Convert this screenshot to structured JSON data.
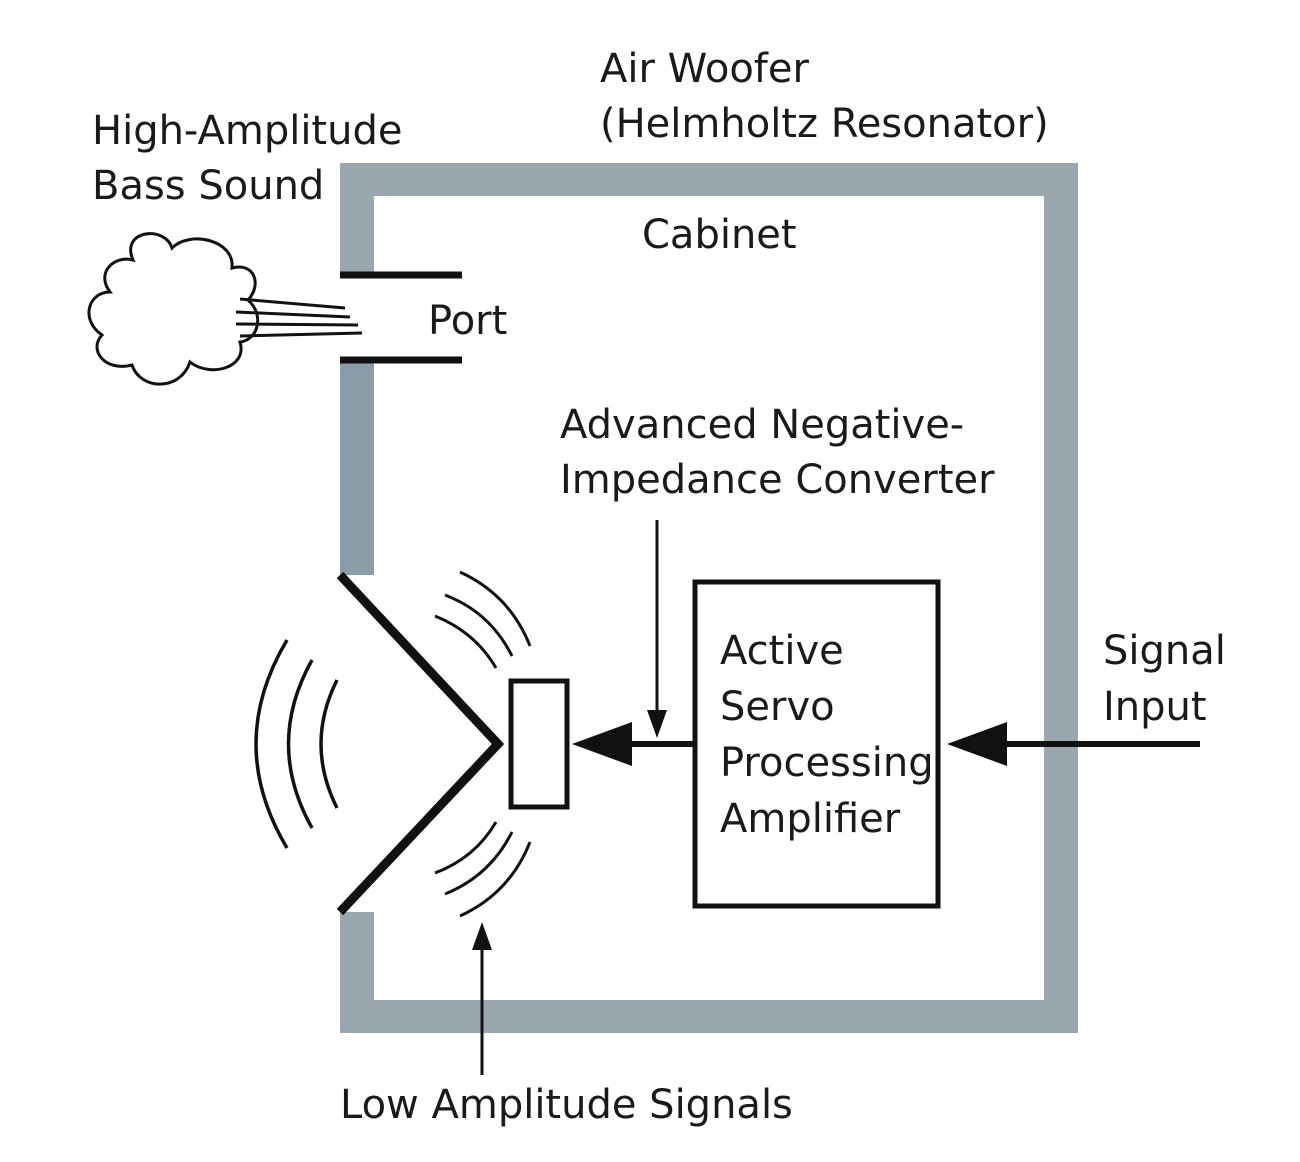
{
  "labels": {
    "air_woofer_line1": "Air Woofer",
    "air_woofer_line2": "(Helmholtz Resonator)",
    "bass_sound_line1": "High-Amplitude",
    "bass_sound_line2": "Bass Sound",
    "cabinet": "Cabinet",
    "port": "Port",
    "converter_line1": "Advanced Negative-",
    "converter_line2": "Impedance Converter",
    "amplifier_line1": "Active",
    "amplifier_line2": "Servo",
    "amplifier_line3": "Processing",
    "amplifier_line4": "Amplifier",
    "signal_input_line1": "Signal",
    "signal_input_line2": "Input",
    "low_amplitude": "Low Amplitude Signals"
  },
  "colors": {
    "cabinet_wall": "#9aa7ae",
    "stroke": "#111111",
    "text": "#1a1a1a"
  }
}
